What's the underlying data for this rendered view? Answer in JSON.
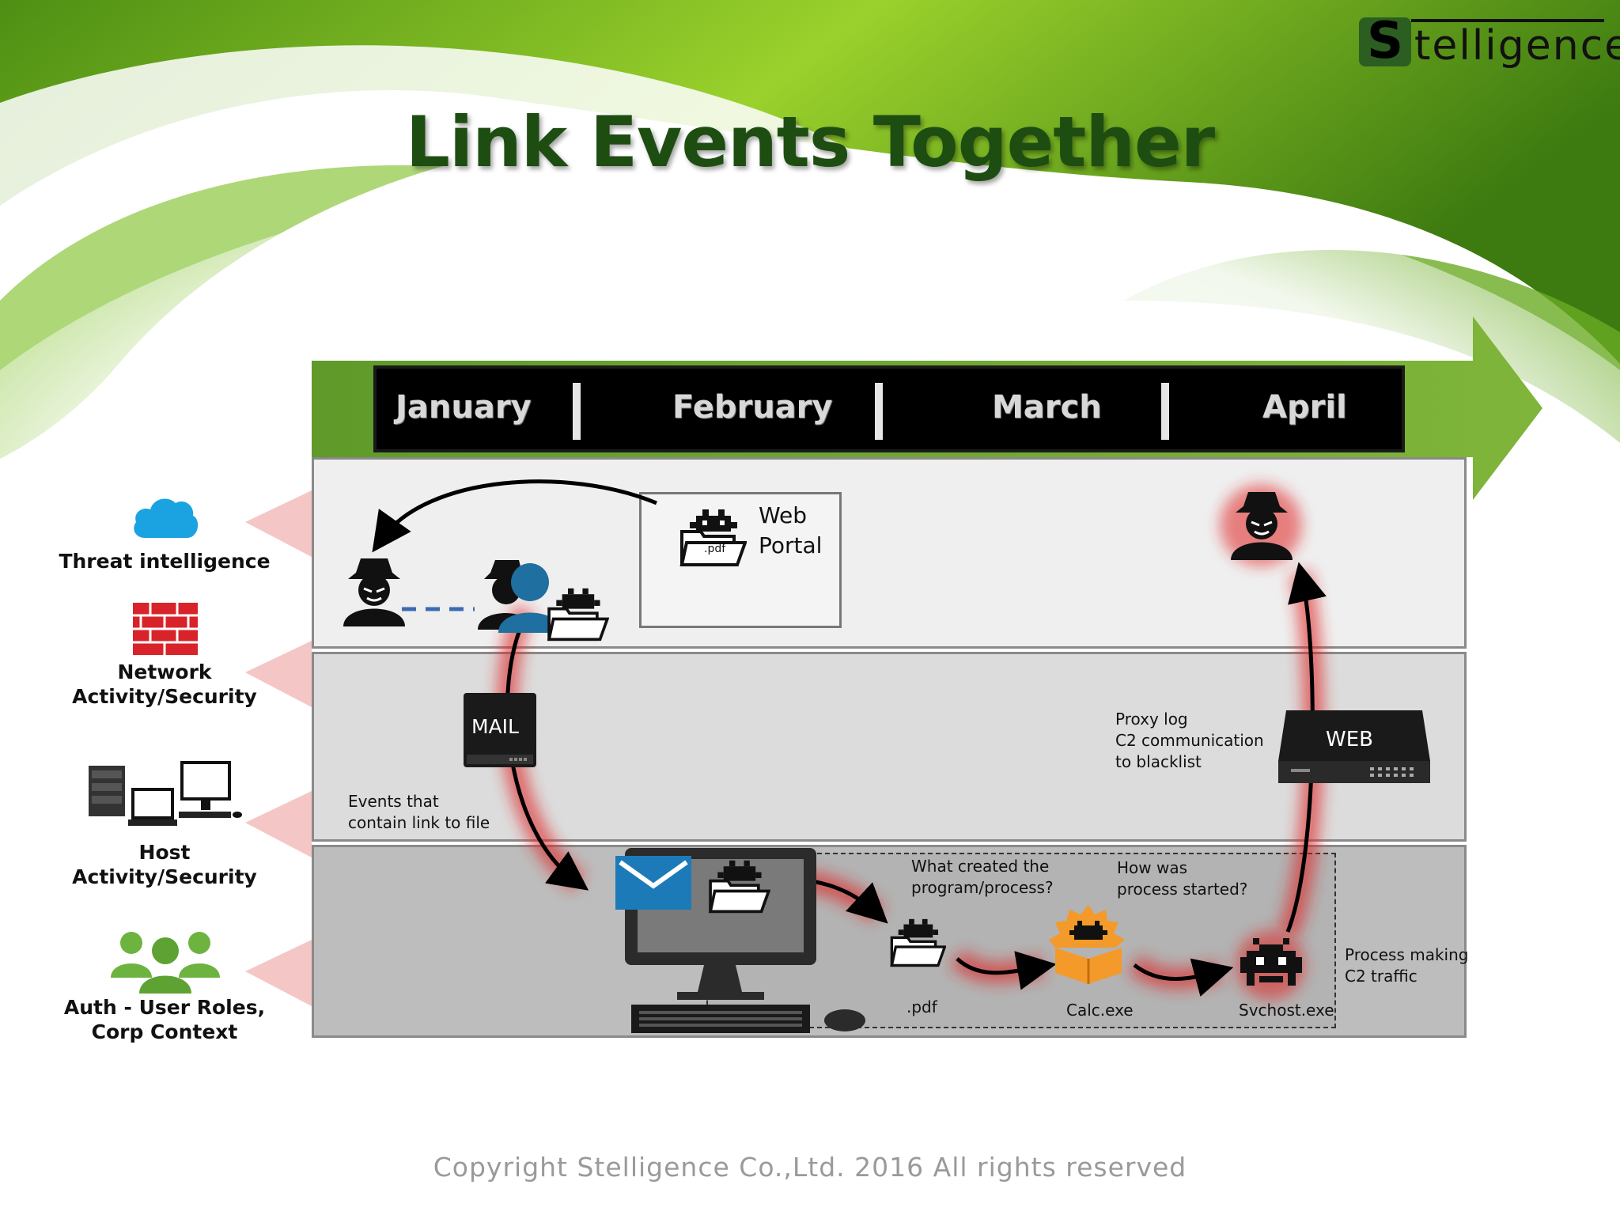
{
  "title": "Link Events Together",
  "logo": {
    "letter": "S",
    "rest": "telligence"
  },
  "months": [
    "January",
    "February",
    "March",
    "April"
  ],
  "categories": [
    {
      "label": "Threat intelligence",
      "icon": "cloud-icon"
    },
    {
      "label": "Network\nActivity/Security",
      "icon": "firewall-icon"
    },
    {
      "label": "Host\nActivity/Security",
      "icon": "computers-icon"
    },
    {
      "label": "Auth - User Roles,\nCorp Context",
      "icon": "users-icon"
    }
  ],
  "web_portal": {
    "line1": "Web",
    "line2": "Portal",
    "file_label": ".pdf"
  },
  "mail_label": "MAIL",
  "web_label": "WEB",
  "events_text": {
    "line1": "Events that",
    "line2": "contain link to file"
  },
  "proxy_text": {
    "line1": "Proxy log",
    "line2": "C2 communication",
    "line3": "to blacklist"
  },
  "question_1": {
    "line1": "What created the",
    "line2": "program/process?"
  },
  "question_2": {
    "line1": "How was",
    "line2": "process started?"
  },
  "process_text": {
    "line1": "Process making",
    "line2": "C2 traffic"
  },
  "file_labels": {
    "pdf": ".pdf",
    "calc": "Calc.exe",
    "svchost": "Svchost.exe"
  },
  "copyright": "Copyright Stelligence Co.,Ltd. 2016 All rights reserved",
  "colors": {
    "title": "#1e4d12",
    "accent_green": "#7fb53a",
    "glow_red": "#e02020",
    "cloud": "#1aa3e0",
    "firewall": "#d8232a",
    "users": "#6db33f",
    "orange": "#f39a2b"
  }
}
